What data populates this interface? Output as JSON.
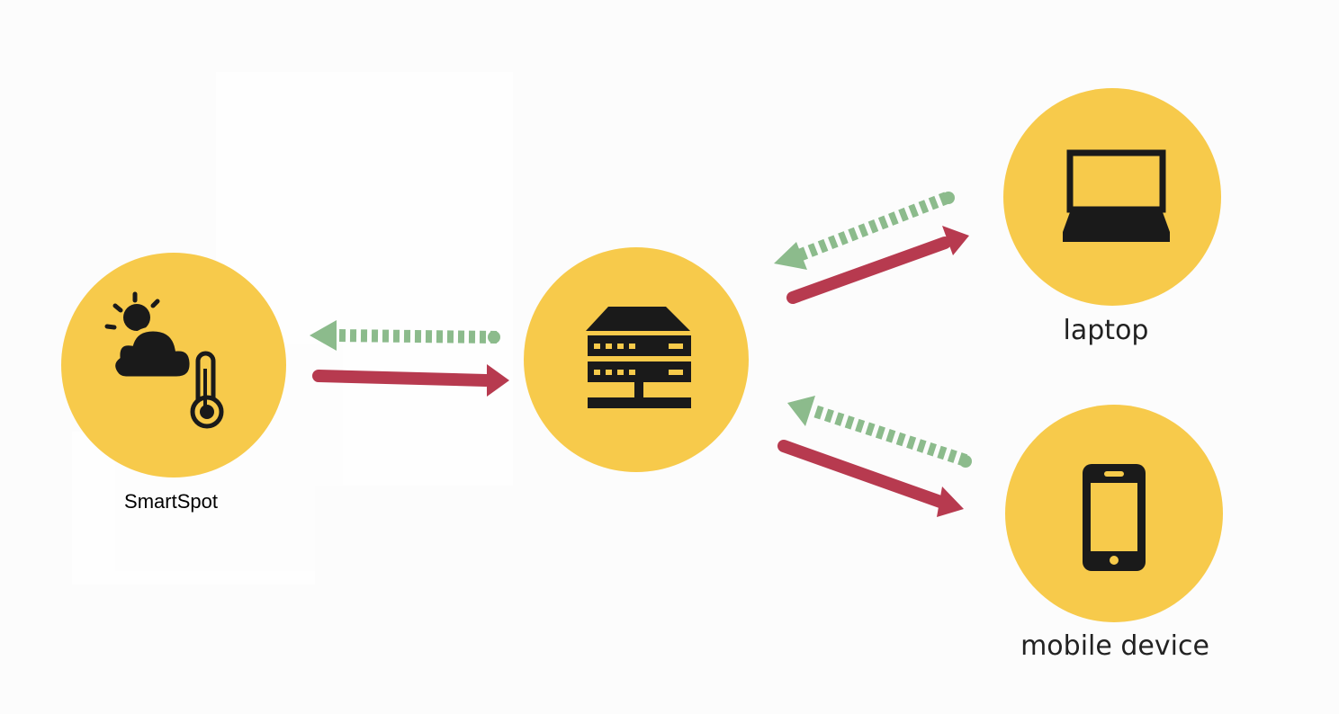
{
  "nodes": {
    "smartspot": {
      "label": "SmartSpot",
      "icon": "weather-thermometer-icon"
    },
    "server": {
      "label": "",
      "icon": "server-icon"
    },
    "laptop": {
      "label": "laptop",
      "icon": "laptop-icon"
    },
    "mobile": {
      "label": "mobile device",
      "icon": "smartphone-icon"
    }
  },
  "colors": {
    "circle": "#f7ca4b",
    "icon": "#1a1a1a",
    "request_arrow": "#b73a4f",
    "response_arrow": "#8cbb8c",
    "background": "#fcfcfc"
  }
}
